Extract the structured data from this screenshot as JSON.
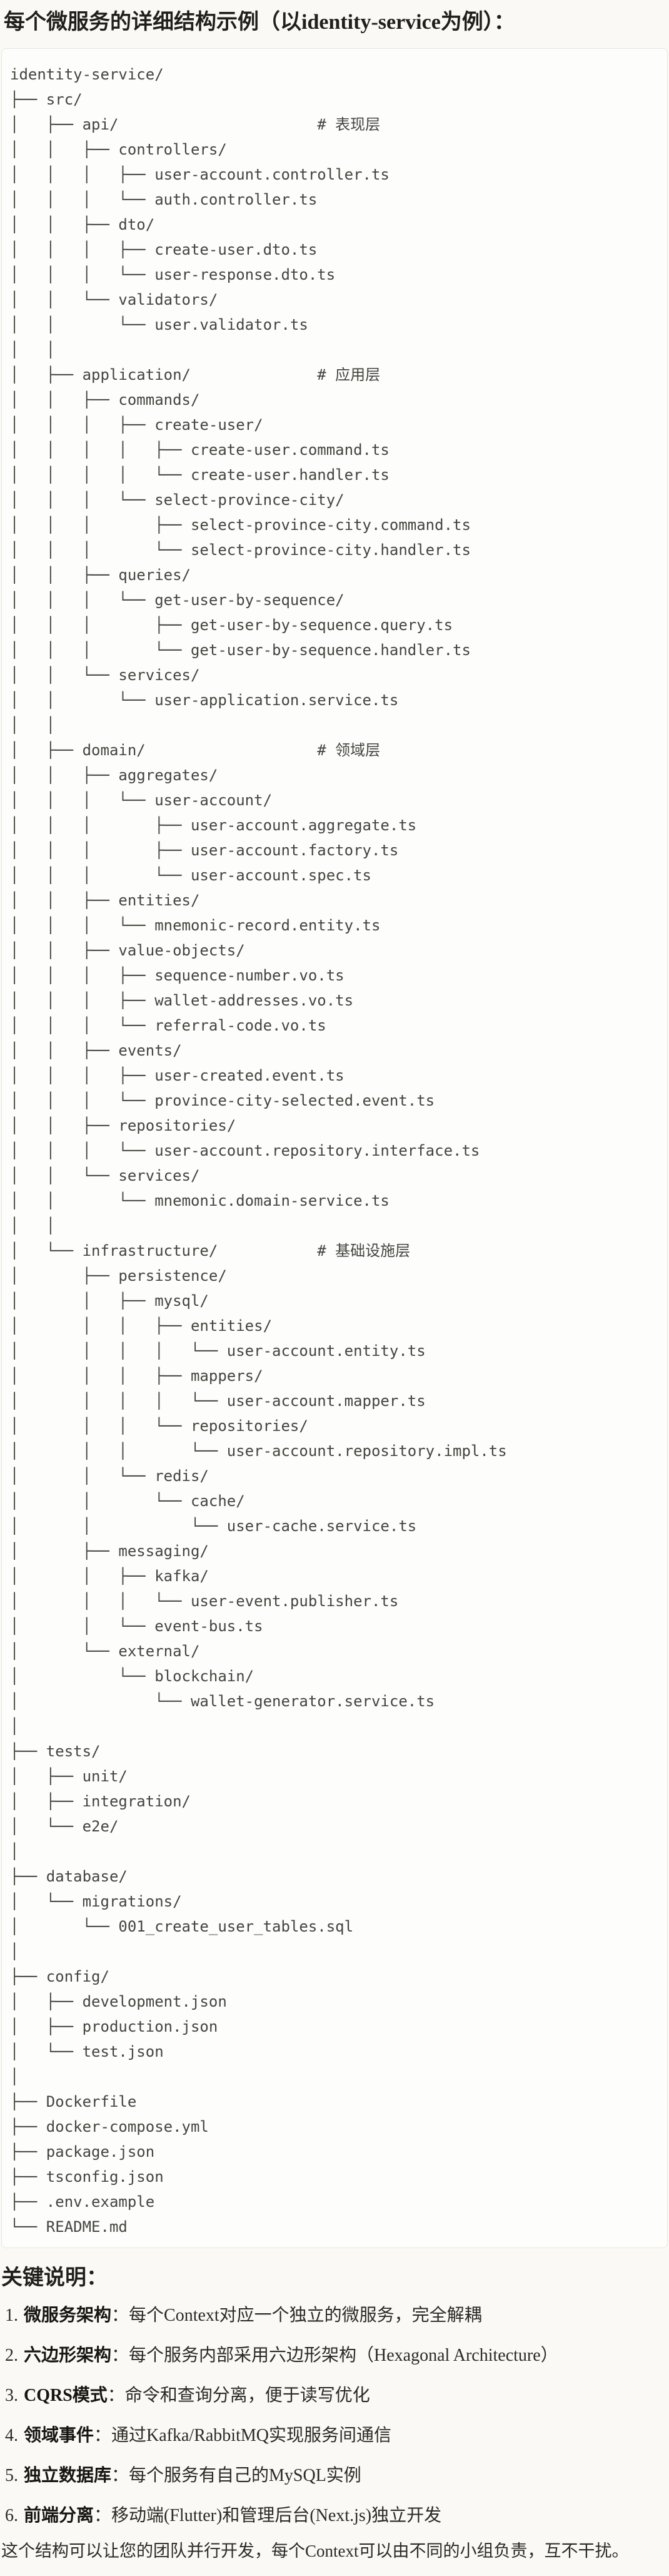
{
  "title": "每个微服务的详细结构示例（以identity-service为例）：",
  "tree": {
    "lines": [
      "identity-service/",
      "├── src/",
      "│   ├── api/                      # 表现层",
      "│   │   ├── controllers/",
      "│   │   │   ├── user-account.controller.ts",
      "│   │   │   └── auth.controller.ts",
      "│   │   ├── dto/",
      "│   │   │   ├── create-user.dto.ts",
      "│   │   │   └── user-response.dto.ts",
      "│   │   └── validators/",
      "│   │       └── user.validator.ts",
      "│   │",
      "│   ├── application/              # 应用层",
      "│   │   ├── commands/",
      "│   │   │   ├── create-user/",
      "│   │   │   │   ├── create-user.command.ts",
      "│   │   │   │   └── create-user.handler.ts",
      "│   │   │   └── select-province-city/",
      "│   │   │       ├── select-province-city.command.ts",
      "│   │   │       └── select-province-city.handler.ts",
      "│   │   ├── queries/",
      "│   │   │   └── get-user-by-sequence/",
      "│   │   │       ├── get-user-by-sequence.query.ts",
      "│   │   │       └── get-user-by-sequence.handler.ts",
      "│   │   └── services/",
      "│   │       └── user-application.service.ts",
      "│   │",
      "│   ├── domain/                   # 领域层",
      "│   │   ├── aggregates/",
      "│   │   │   └── user-account/",
      "│   │   │       ├── user-account.aggregate.ts",
      "│   │   │       ├── user-account.factory.ts",
      "│   │   │       └── user-account.spec.ts",
      "│   │   ├── entities/",
      "│   │   │   └── mnemonic-record.entity.ts",
      "│   │   ├── value-objects/",
      "│   │   │   ├── sequence-number.vo.ts",
      "│   │   │   ├── wallet-addresses.vo.ts",
      "│   │   │   └── referral-code.vo.ts",
      "│   │   ├── events/",
      "│   │   │   ├── user-created.event.ts",
      "│   │   │   └── province-city-selected.event.ts",
      "│   │   ├── repositories/",
      "│   │   │   └── user-account.repository.interface.ts",
      "│   │   └── services/",
      "│   │       └── mnemonic.domain-service.ts",
      "│   │",
      "│   └── infrastructure/           # 基础设施层",
      "│       ├── persistence/",
      "│       │   ├── mysql/",
      "│       │   │   ├── entities/",
      "│       │   │   │   └── user-account.entity.ts",
      "│       │   │   ├── mappers/",
      "│       │   │   │   └── user-account.mapper.ts",
      "│       │   │   └── repositories/",
      "│       │   │       └── user-account.repository.impl.ts",
      "│       │   └── redis/",
      "│       │       └── cache/",
      "│       │           └── user-cache.service.ts",
      "│       ├── messaging/",
      "│       │   ├── kafka/",
      "│       │   │   └── user-event.publisher.ts",
      "│       │   └── event-bus.ts",
      "│       └── external/",
      "│           └── blockchain/",
      "│               └── wallet-generator.service.ts",
      "│",
      "├── tests/",
      "│   ├── unit/",
      "│   ├── integration/",
      "│   └── e2e/",
      "│",
      "├── database/",
      "│   └── migrations/",
      "│       └── 001_create_user_tables.sql",
      "│",
      "├── config/",
      "│   ├── development.json",
      "│   ├── production.json",
      "│   └── test.json",
      "│",
      "├── Dockerfile",
      "├── docker-compose.yml",
      "├── package.json",
      "├── tsconfig.json",
      "├── .env.example",
      "└── README.md"
    ]
  },
  "notes": {
    "heading": "关键说明：",
    "items": [
      {
        "num": "1.",
        "term": "微服务架构",
        "desc": "：每个Context对应一个独立的微服务，完全解耦"
      },
      {
        "num": "2.",
        "term": "六边形架构",
        "desc": "：每个服务内部采用六边形架构（Hexagonal Architecture）"
      },
      {
        "num": "3.",
        "term": "CQRS模式",
        "desc": "：命令和查询分离，便于读写优化"
      },
      {
        "num": "4.",
        "term": "领域事件",
        "desc": "：通过Kafka/RabbitMQ实现服务间通信"
      },
      {
        "num": "5.",
        "term": "独立数据库",
        "desc": "：每个服务有自己的MySQL实例"
      },
      {
        "num": "6.",
        "term": "前端分离",
        "desc": "：移动端(Flutter)和管理后台(Next.js)独立开发"
      }
    ],
    "footer": "这个结构可以让您的团队并行开发，每个Context可以由不同的小组负责，互不干扰。"
  },
  "colors": {
    "page_bg": "#FAF9F5",
    "code_bg": "#FDFDFB",
    "code_border": "#E7E4DD",
    "code_text": "#45443F",
    "heading_text": "#201F1B",
    "body_text": "#2B2A24"
  }
}
